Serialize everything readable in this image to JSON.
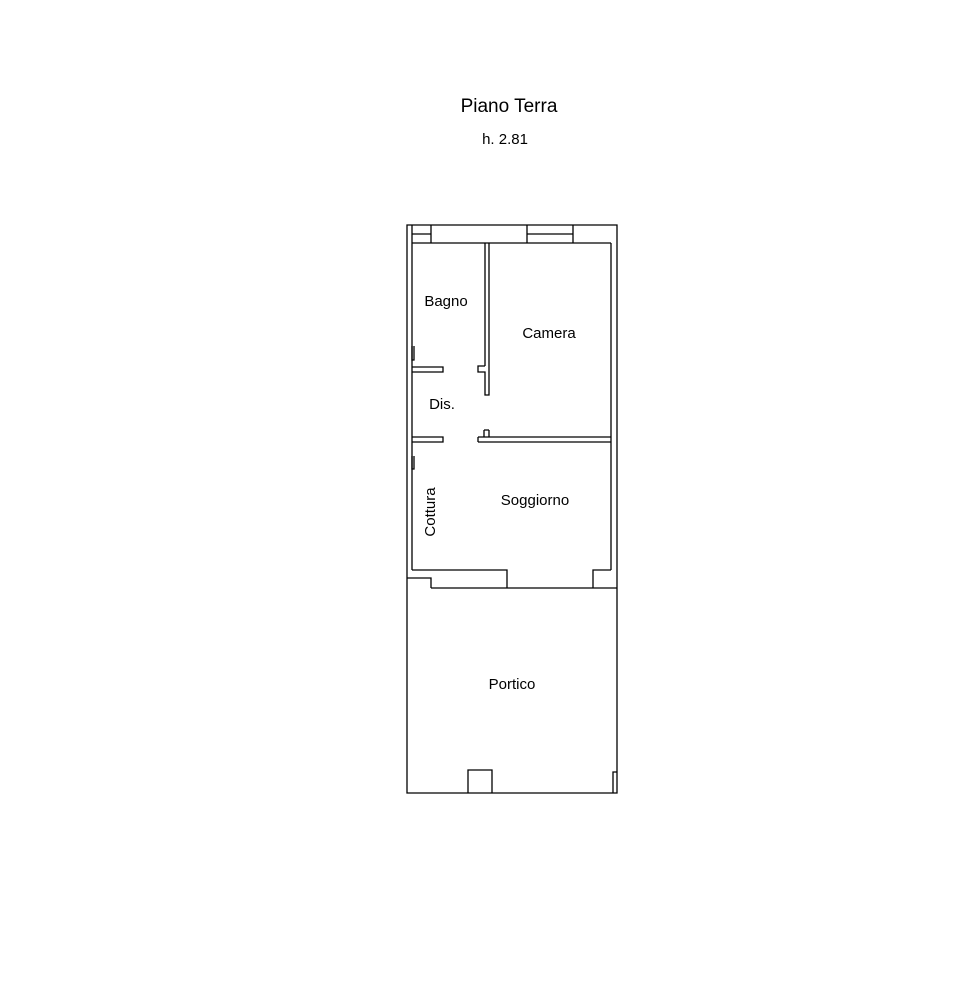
{
  "floor": {
    "title": "Piano Terra",
    "height": "h. 2.81"
  },
  "rooms": {
    "bagno": "Bagno",
    "camera": "Camera",
    "dis": "Dis.",
    "cottura": "Cottura",
    "soggiorno": "Soggiorno",
    "portico": "Portico"
  },
  "colors": {
    "lines": "#000000",
    "background": "#ffffff"
  }
}
